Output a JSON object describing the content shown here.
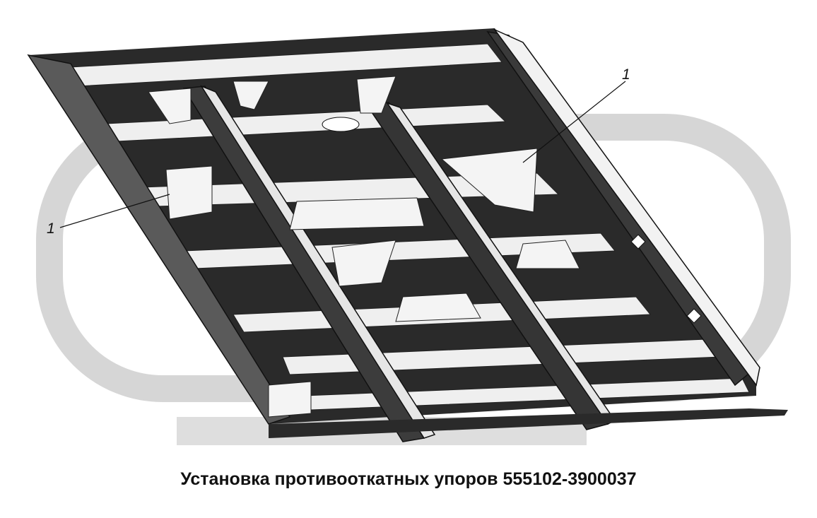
{
  "figure": {
    "caption": "Установка противооткатных упоров 555102-3900037",
    "callouts": [
      {
        "id": "callout-right",
        "label": "1"
      },
      {
        "id": "callout-left",
        "label": "1"
      }
    ]
  },
  "colors": {
    "frame_dark": "#262626",
    "frame_mid": "#4a4a4a",
    "plate_light": "#ededed",
    "plate_white": "#fafafa",
    "watermark": "#d8d8d8"
  }
}
